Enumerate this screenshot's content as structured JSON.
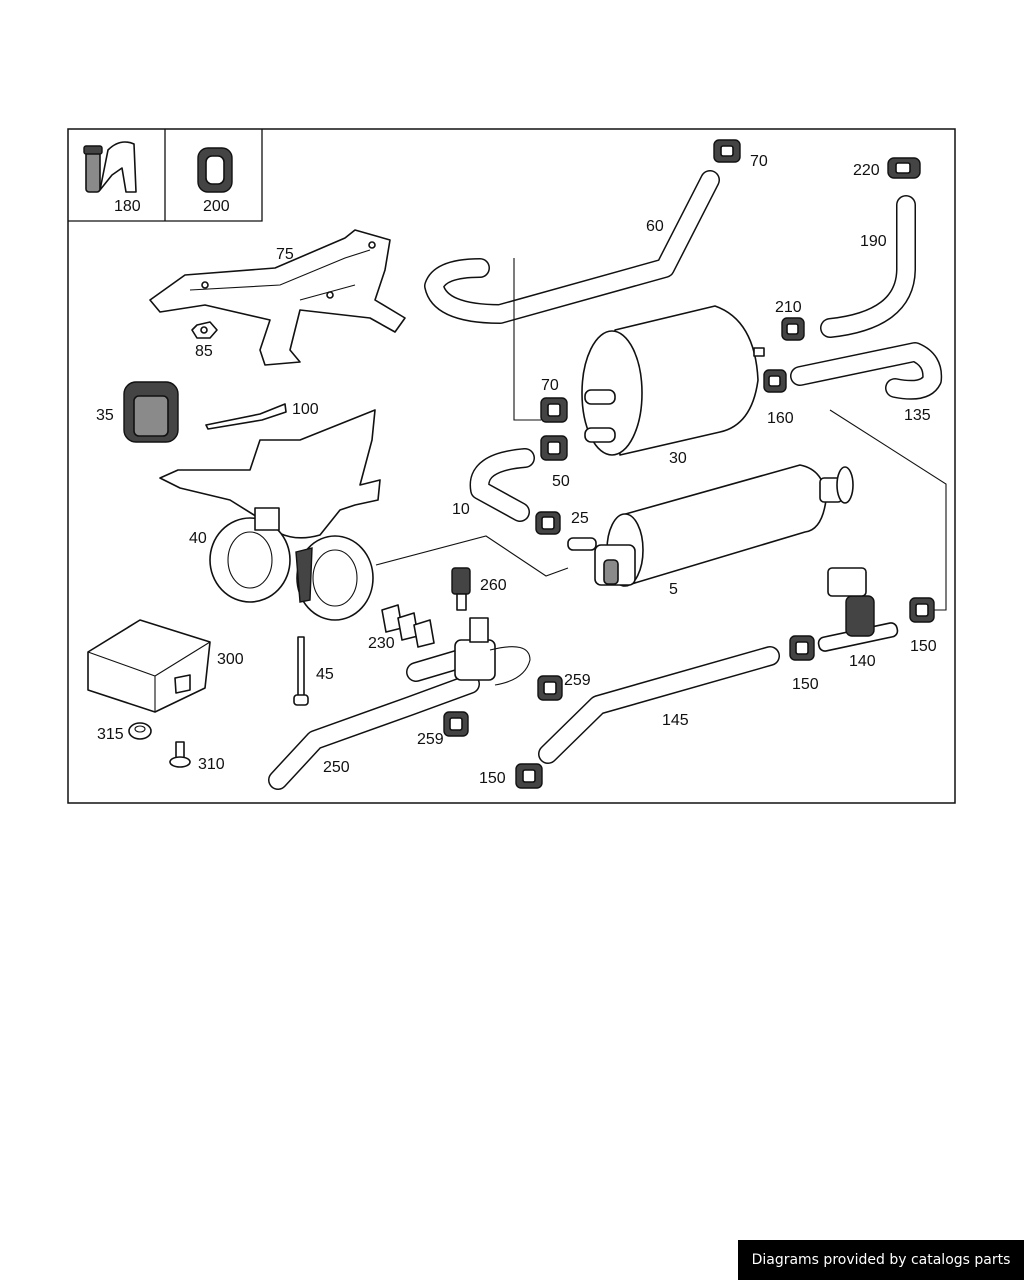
{
  "labels": {
    "p180": "180",
    "p200": "200",
    "p75": "75",
    "p85": "85",
    "p35": "35",
    "p100": "100",
    "p40": "40",
    "p45": "45",
    "p300": "300",
    "p315": "315",
    "p310": "310",
    "p70a": "70",
    "p60": "60",
    "p220": "220",
    "p190": "190",
    "p210": "210",
    "p160": "160",
    "p135": "135",
    "p70b": "70",
    "p50": "50",
    "p30": "30",
    "p10": "10",
    "p25": "25",
    "p5": "5",
    "p260": "260",
    "p230": "230",
    "p259a": "259",
    "p259b": "259",
    "p250": "250",
    "p145": "145",
    "p150a": "150",
    "p150b": "150",
    "p150c": "150",
    "p140": "140"
  },
  "footer": {
    "credit": "Diagrams provided by catalogs parts"
  }
}
